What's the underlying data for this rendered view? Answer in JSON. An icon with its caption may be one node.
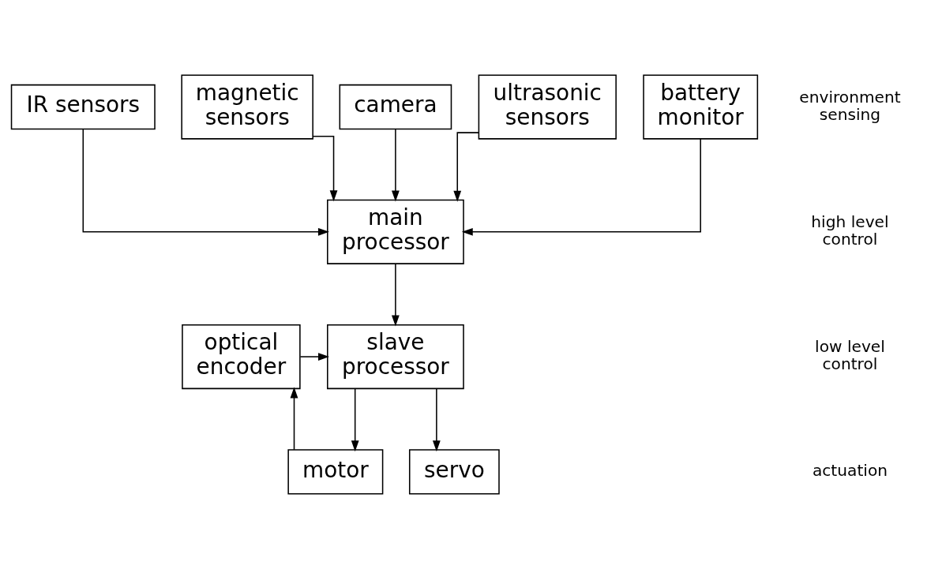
{
  "diagram": {
    "nodes": [
      {
        "text": [
          "IR sensors"
        ]
      },
      {
        "text": [
          "magnetic sensors"
        ]
      },
      {
        "text": [
          "camera"
        ]
      },
      {
        "text": [
          "ultrasonic sensors"
        ]
      },
      {
        "text": [
          "battery monitor"
        ]
      },
      {
        "text": [
          "main processor"
        ]
      },
      {
        "text": [
          "optical encoder"
        ]
      },
      {
        "text": [
          "slave processor"
        ]
      },
      {
        "text": [
          "motor"
        ]
      },
      {
        "text": [
          "servo"
        ]
      }
    ],
    "edges": [
      {
        "from": 0,
        "to": 5,
        "arrow": "to"
      },
      {
        "from": 1,
        "to": 5,
        "arrow": "to"
      },
      {
        "from": 2,
        "to": 5,
        "arrow": "to"
      },
      {
        "from": 3,
        "to": 5,
        "arrow": "to"
      },
      {
        "from": 4,
        "to": 5,
        "arrow": "to"
      },
      {
        "from": 5,
        "to": 7,
        "arrow": "to"
      },
      {
        "from": 6,
        "to": 7,
        "arrow": "to"
      },
      {
        "from": 7,
        "to": 8,
        "arrow": "to"
      },
      {
        "from": 7,
        "to": 9,
        "arrow": "to"
      },
      {
        "from": 8,
        "to": 6,
        "arrow": "to"
      }
    ],
    "labels": [
      "environment sensing",
      "high level control",
      "low level control",
      "actuation"
    ]
  }
}
